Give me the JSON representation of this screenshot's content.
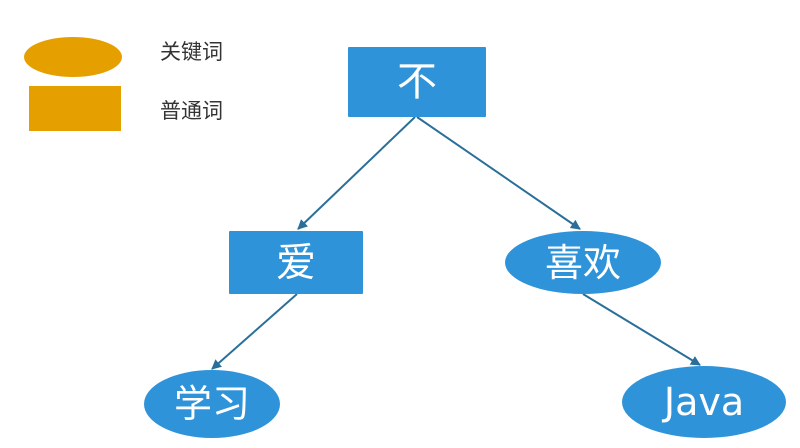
{
  "legend": {
    "keyword_label": "关键词",
    "normal_label": "普通词"
  },
  "nodes": {
    "root": {
      "label": "不",
      "type": "normal"
    },
    "left": {
      "label": "爱",
      "type": "normal"
    },
    "right": {
      "label": "喜欢",
      "type": "keyword"
    },
    "left_child": {
      "label": "学习",
      "type": "keyword"
    },
    "right_child": {
      "label": "Java",
      "type": "keyword"
    }
  },
  "colors": {
    "keyword_legend": "#E5A000",
    "node_fill": "#2F93D9",
    "node_text": "#FFFFFF",
    "edge": "#2A6F99",
    "legend_text": "#333333"
  },
  "edges": [
    [
      "root",
      "left"
    ],
    [
      "root",
      "right"
    ],
    [
      "left",
      "left_child"
    ],
    [
      "right",
      "right_child"
    ]
  ]
}
